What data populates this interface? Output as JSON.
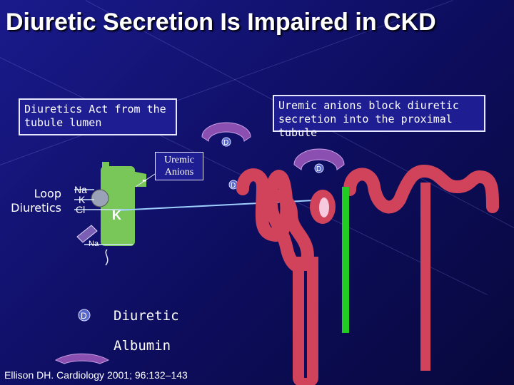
{
  "title": "Diuretic Secretion Is Impaired in CKD",
  "notes": {
    "left": "Diuretics Act from the tubule lumen",
    "right": "Uremic anions block diuretic secretion into the proximal tubule"
  },
  "cell": {
    "loop_label": "Loop Diuretics",
    "ions": [
      "Na",
      "K",
      "Cl"
    ],
    "k_ion": "K",
    "na_bottom": "Na",
    "uremic_label": "Uremic Anions",
    "minus": "-"
  },
  "markers": {
    "diuretic_letter": "D"
  },
  "legend": {
    "diuretic": "Diuretic",
    "albumin": "Albumin"
  },
  "citation": "Ellison DH. Cardiology 2001; 96:132–143",
  "colors": {
    "tubule": "#d0435a",
    "collecting": "#22cc22",
    "albumin": "#8a4fb0",
    "cell": "#79c659",
    "marker": "#5566cc"
  }
}
